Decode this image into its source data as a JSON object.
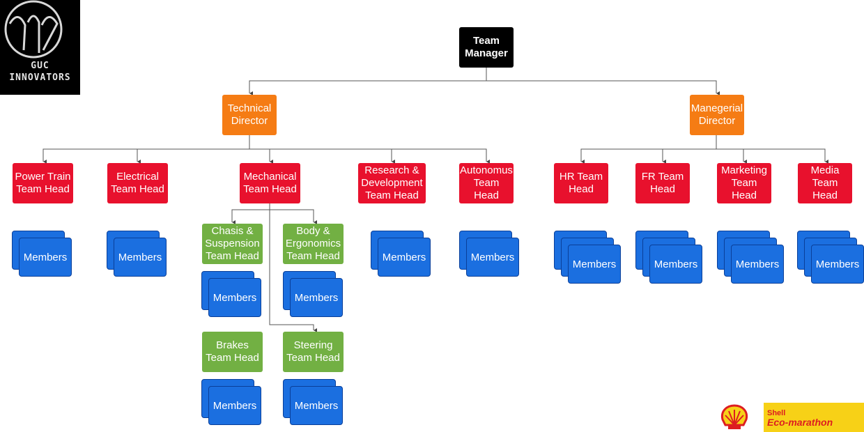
{
  "logo": {
    "text": "GUC\nINNOVATORS"
  },
  "sponsor": {
    "brand": "Shell",
    "event": "Eco-marathon"
  },
  "colors": {
    "manager": "#000000",
    "director": "#f57c14",
    "head": "#e8112d",
    "subhead": "#72b043",
    "members": "#1b6fe0"
  },
  "nodes": {
    "team_manager": "Team\nManager",
    "technical_director": "Technical\nDirector",
    "managerial_director": "Manegerial\nDirector",
    "power_train": "Power Train\nTeam Head",
    "electrical": "Electrical\nTeam Head",
    "mechanical": "Mechanical\nTeam Head",
    "research": "Research &\nDevelopment\nTeam Head",
    "autonomus": "Autonomus\nTeam\nHead",
    "hr": "HR Team\nHead",
    "fr": "FR Team\nHead",
    "marketing": "Marketing\nTeam\nHead",
    "media": "Media\nTeam\nHead",
    "chasis": "Chasis &\nSuspension\nTeam Head",
    "body": "Body &\nErgonomics\nTeam Head",
    "brakes": "Brakes\nTeam Head",
    "steering": "Steering\nTeam Head"
  },
  "members_label": "Members"
}
